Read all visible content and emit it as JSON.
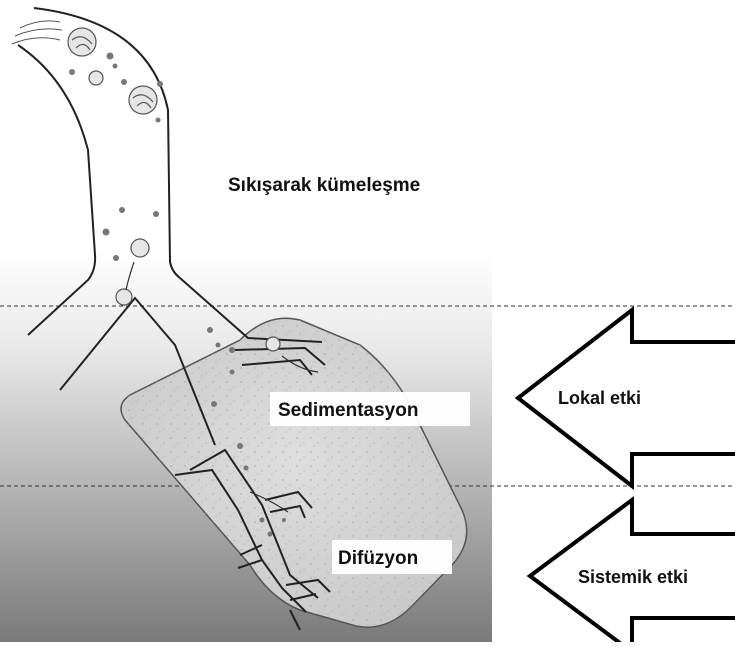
{
  "labels": {
    "impaction": "Sıkışarak kümeleşme",
    "sedimentation": "Sedimentasyon",
    "diffusion": "Difüzyon"
  },
  "arrows": {
    "local": "Lokal etki",
    "systemic": "Sistemik etki"
  },
  "colors": {
    "arrow_fill": "#ffffff",
    "arrow_stroke": "#000000",
    "airway_stroke": "#222222",
    "alveolus_fill": "#d2d2d2",
    "background_gradient_top": "#ffffff",
    "background_gradient_bottom": "#777777"
  }
}
